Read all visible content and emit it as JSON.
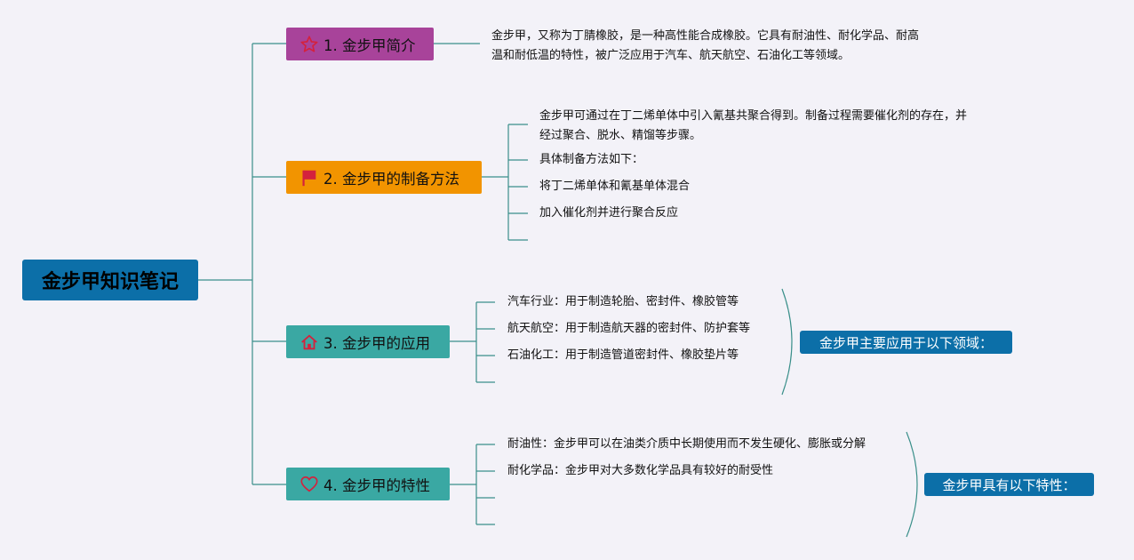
{
  "root": {
    "label": "金步甲知识笔记"
  },
  "branches": [
    {
      "label": "1. 金步甲简介",
      "icon": "star-icon",
      "color": "#a8439a",
      "leaves": [
        "金步甲，又称为丁腈橡胶，是一种高性能合成橡胶。它具有耐油性、耐化学品、耐高温和耐低温的特性，被广泛应用于汽车、航天航空、石油化工等领域。"
      ]
    },
    {
      "label": "2. 金步甲的制备方法",
      "icon": "flag-icon",
      "color": "#f29400",
      "leaves": [
        "金步甲可通过在丁二烯单体中引入氰基共聚合得到。制备过程需要催化剂的存在，并经过聚合、脱水、精馏等步骤。",
        "具体制备方法如下：",
        "将丁二烯单体和氰基单体混合",
        "加入催化剂并进行聚合反应",
        ""
      ]
    },
    {
      "label": "3. 金步甲的应用",
      "icon": "home-icon",
      "color": "#3aa8a3",
      "leaves": [
        "汽车行业：用于制造轮胎、密封件、橡胶管等",
        "航天航空：用于制造航天器的密封件、防护套等",
        "石油化工：用于制造管道密封件、橡胶垫片等",
        ""
      ],
      "summary": "金步甲主要应用于以下领域："
    },
    {
      "label": "4. 金步甲的特性",
      "icon": "heart-icon",
      "color": "#3aa8a3",
      "leaves": [
        "耐油性：金步甲可以在油类介质中长期使用而不发生硬化、膨胀或分解",
        "耐化学品：金步甲对大多数化学品具有较好的耐受性",
        "",
        ""
      ],
      "summary": "金步甲具有以下特性："
    }
  ],
  "colors": {
    "root": "#0c6fa8",
    "line": "#3a8f8a",
    "background": "#f3f2f8"
  }
}
